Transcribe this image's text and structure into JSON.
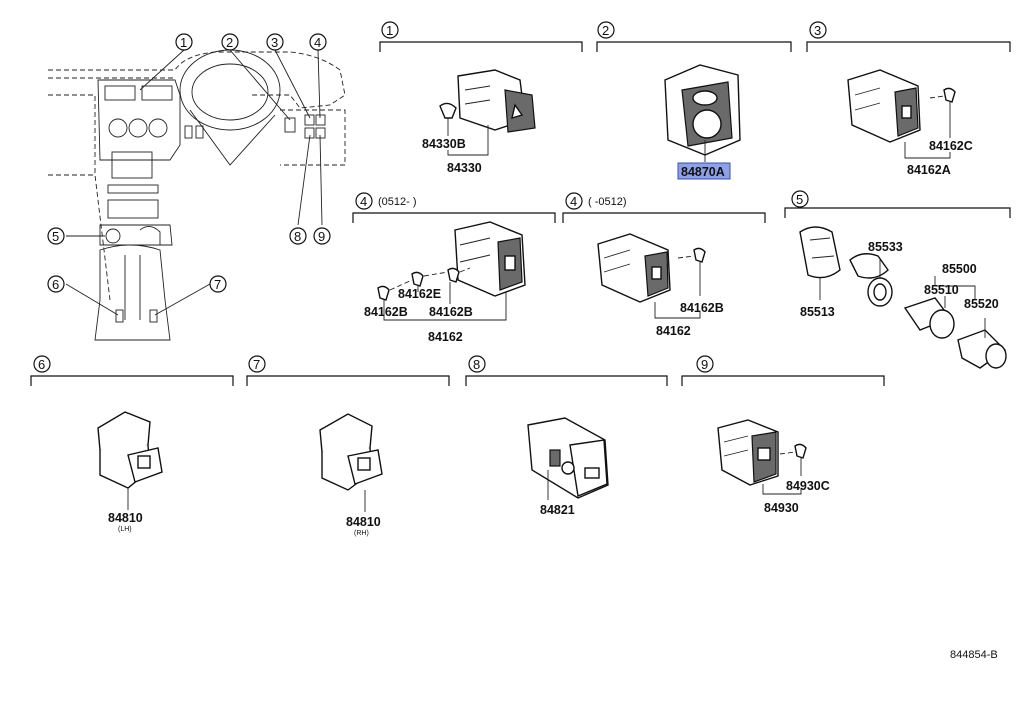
{
  "diagram_code": "844854-B",
  "overview_callouts": [
    "1",
    "2",
    "3",
    "4",
    "5",
    "6",
    "7",
    "8",
    "9"
  ],
  "sections": [
    {
      "num": "1",
      "date": "",
      "parts": [
        "84330B",
        "84330"
      ]
    },
    {
      "num": "2",
      "date": "",
      "parts": [
        "84870A"
      ]
    },
    {
      "num": "3",
      "date": "",
      "parts": [
        "84162C",
        "84162A"
      ]
    },
    {
      "num": "4",
      "date": "(0512-       )",
      "parts": [
        "84162E",
        "84162B",
        "84162B",
        "84162"
      ]
    },
    {
      "num": "4",
      "date": "(       -0512)",
      "parts": [
        "84162B",
        "84162"
      ]
    },
    {
      "num": "5",
      "date": "",
      "parts": [
        "85533",
        "85500",
        "85510",
        "85520",
        "85513"
      ]
    },
    {
      "num": "6",
      "date": "",
      "parts": [
        "84810"
      ],
      "note": "(LH)"
    },
    {
      "num": "7",
      "date": "",
      "parts": [
        "84810"
      ],
      "note": "(RH)"
    },
    {
      "num": "8",
      "date": "",
      "parts": [
        "84821"
      ]
    },
    {
      "num": "9",
      "date": "",
      "parts": [
        "84930C",
        "84930"
      ]
    }
  ],
  "highlight_part": "84870A",
  "colors": {
    "highlight": "#8da2e6",
    "line": "#111111"
  }
}
